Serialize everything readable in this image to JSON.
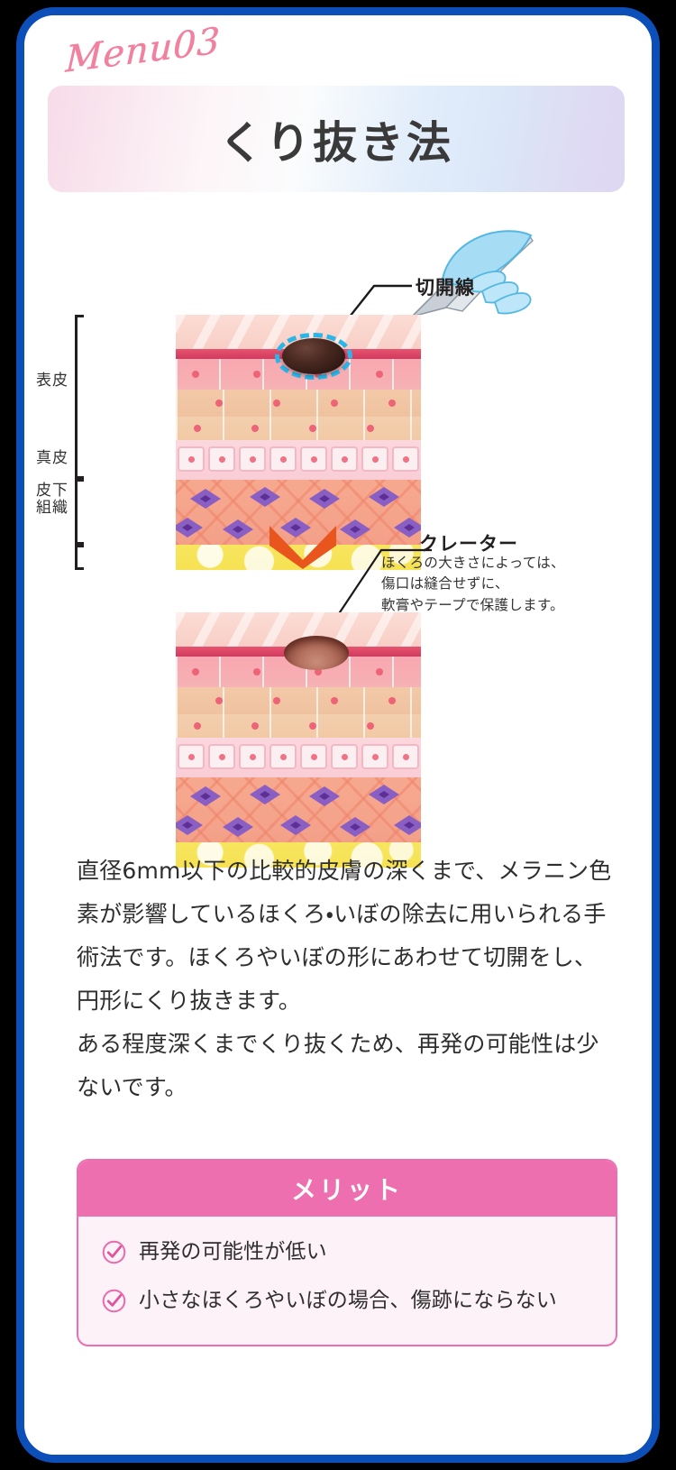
{
  "menu_label": "Menu03",
  "title": "くり抜き法",
  "diagram": {
    "layer_labels": [
      {
        "id": "epidermis",
        "text": "表皮"
      },
      {
        "id": "dermis",
        "text": "真皮"
      },
      {
        "id": "subcutaneous_line1",
        "text": "皮下"
      },
      {
        "id": "subcutaneous_line2",
        "text": "組織"
      }
    ],
    "callout_incision": {
      "title": "切開線"
    },
    "callout_crater": {
      "title": "クレーター",
      "body_lines": [
        "ほくろの大きさによっては、",
        "傷口は縫合せずに、",
        "軟膏やテープで保護します。"
      ]
    }
  },
  "body_paragraphs": [
    "直径6mm以下の比較的皮膚の深くまで、メラニン色素が影響しているほくろ・いぼの除去に用いられる手術法です。ほくろやいぼの形にあわせて切開をし、円形にくり抜きます。",
    "ある程度深くまでくり抜くため、再発の可能性は少ないです。"
  ],
  "merit": {
    "heading": "メリット",
    "items": [
      "再発の可能性が低い",
      "小さなほくろやいぼの場合、傷跡にならない"
    ]
  },
  "colors": {
    "frame_blue": "#0d4fb8",
    "menu_pink": "#f2809f",
    "merit_pink": "#ed6fb0",
    "merit_bg": "#fdf2f8",
    "arrow_orange": "#e8561e",
    "dashed_cyan": "#2ab6e8",
    "mole_dark": "#2e1813"
  }
}
